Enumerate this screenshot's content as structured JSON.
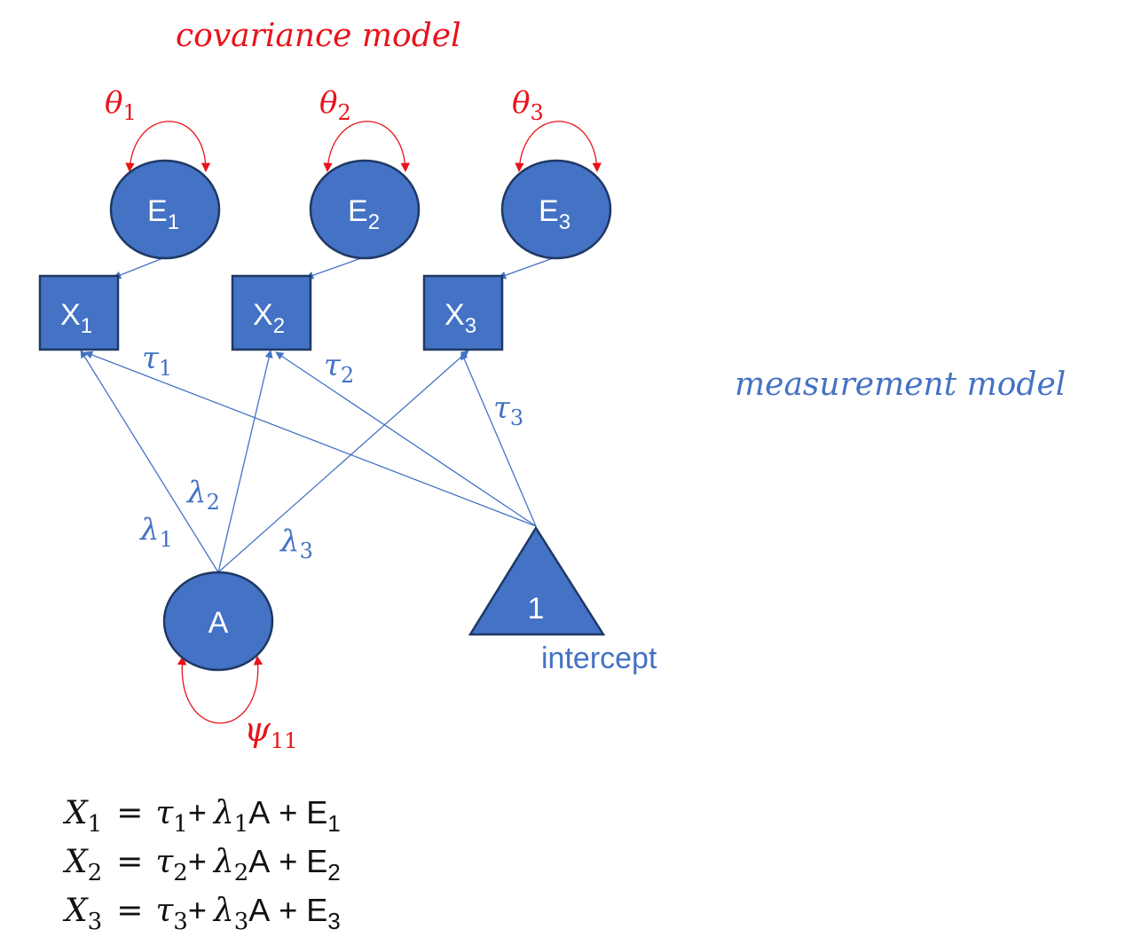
{
  "titles": {
    "covariance": "covariance model",
    "measurement": "measurement model"
  },
  "colors": {
    "node_fill": "#4472c4",
    "node_stroke": "#1f3864",
    "path": "#4472c4",
    "covariance": "#e8131b",
    "text": "#111111"
  },
  "errors": [
    {
      "letter": "E",
      "sub": "1",
      "theta": "θ",
      "theta_sub": "1"
    },
    {
      "letter": "E",
      "sub": "2",
      "theta": "θ",
      "theta_sub": "2"
    },
    {
      "letter": "E",
      "sub": "3",
      "theta": "θ",
      "theta_sub": "3"
    }
  ],
  "indicators": [
    {
      "letter": "X",
      "sub": "1"
    },
    {
      "letter": "X",
      "sub": "2"
    },
    {
      "letter": "X",
      "sub": "3"
    }
  ],
  "intercept_paths": [
    {
      "sym": "τ",
      "sub": "1"
    },
    {
      "sym": "τ",
      "sub": "2"
    },
    {
      "sym": "τ",
      "sub": "3"
    }
  ],
  "loadings": [
    {
      "sym": "λ",
      "sub": "1"
    },
    {
      "sym": "λ",
      "sub": "2"
    },
    {
      "sym": "λ",
      "sub": "3"
    }
  ],
  "factor": {
    "label": "A",
    "variance_sym": "ψ",
    "variance_sub": "11"
  },
  "intercept": {
    "value": "1",
    "label": "intercept"
  },
  "equations": [
    {
      "lhs": "X",
      "lhs_sub": "1",
      "eq": "=",
      "tau": "τ",
      "tau_sub": "1",
      "plus1": "+",
      "lam": "λ",
      "lam_sub": "1",
      "factor": "A",
      "plus2": "+",
      "err": "E",
      "err_sub": "1"
    },
    {
      "lhs": "X",
      "lhs_sub": "2",
      "eq": "=",
      "tau": "τ",
      "tau_sub": "2",
      "plus1": "+",
      "lam": "λ",
      "lam_sub": "2",
      "factor": "A",
      "plus2": "+",
      "err": "E",
      "err_sub": "2"
    },
    {
      "lhs": "X",
      "lhs_sub": "3",
      "eq": "=",
      "tau": "τ",
      "tau_sub": "3",
      "plus1": "+",
      "lam": "λ",
      "lam_sub": "3",
      "factor": "A",
      "plus2": "+",
      "err": "E",
      "err_sub": "3"
    }
  ]
}
